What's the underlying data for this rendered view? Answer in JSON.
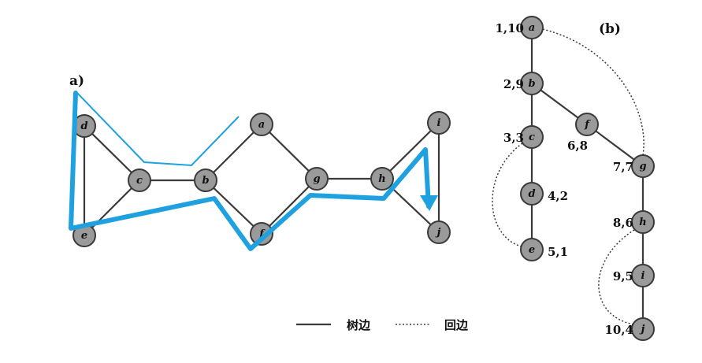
{
  "panel_a_label": "a)",
  "panel_b_label": "(b)",
  "graph_a": {
    "nodes": [
      {
        "id": "d",
        "label": "d"
      },
      {
        "id": "a",
        "label": "a"
      },
      {
        "id": "i",
        "label": "i"
      },
      {
        "id": "c",
        "label": "c"
      },
      {
        "id": "b",
        "label": "b"
      },
      {
        "id": "g",
        "label": "g"
      },
      {
        "id": "h",
        "label": "h"
      },
      {
        "id": "e",
        "label": "e"
      },
      {
        "id": "f",
        "label": "f"
      },
      {
        "id": "j",
        "label": "j"
      }
    ],
    "edges": [
      [
        "d",
        "c"
      ],
      [
        "d",
        "e"
      ],
      [
        "c",
        "e"
      ],
      [
        "c",
        "b"
      ],
      [
        "b",
        "a"
      ],
      [
        "b",
        "f"
      ],
      [
        "a",
        "g"
      ],
      [
        "f",
        "g"
      ],
      [
        "g",
        "h"
      ],
      [
        "h",
        "i"
      ],
      [
        "h",
        "j"
      ],
      [
        "i",
        "j"
      ]
    ]
  },
  "tree_b": {
    "nodes": [
      {
        "id": "a",
        "label": "a",
        "num": "1,10"
      },
      {
        "id": "b",
        "label": "b",
        "num": "2,9"
      },
      {
        "id": "c",
        "label": "c",
        "num": "3,3"
      },
      {
        "id": "f",
        "label": "f",
        "num": "6,8"
      },
      {
        "id": "g",
        "label": "g",
        "num": "7,7"
      },
      {
        "id": "d",
        "label": "d",
        "num": "4,2"
      },
      {
        "id": "h",
        "label": "h",
        "num": "8,6"
      },
      {
        "id": "e",
        "label": "e",
        "num": "5,1"
      },
      {
        "id": "i",
        "label": "i",
        "num": "9,5"
      },
      {
        "id": "j",
        "label": "j",
        "num": "10,4"
      }
    ],
    "tree_edges": [
      [
        "a",
        "b"
      ],
      [
        "b",
        "c"
      ],
      [
        "c",
        "d"
      ],
      [
        "d",
        "e"
      ],
      [
        "b",
        "f"
      ],
      [
        "f",
        "g"
      ],
      [
        "g",
        "h"
      ],
      [
        "h",
        "i"
      ],
      [
        "i",
        "j"
      ]
    ],
    "back_edges": [
      [
        "a",
        "g"
      ],
      [
        "c",
        "e"
      ],
      [
        "h",
        "j"
      ]
    ]
  },
  "legend": {
    "tree_edge": "树边",
    "back_edge": "回边"
  },
  "annotation_color": "#1fa1e0"
}
